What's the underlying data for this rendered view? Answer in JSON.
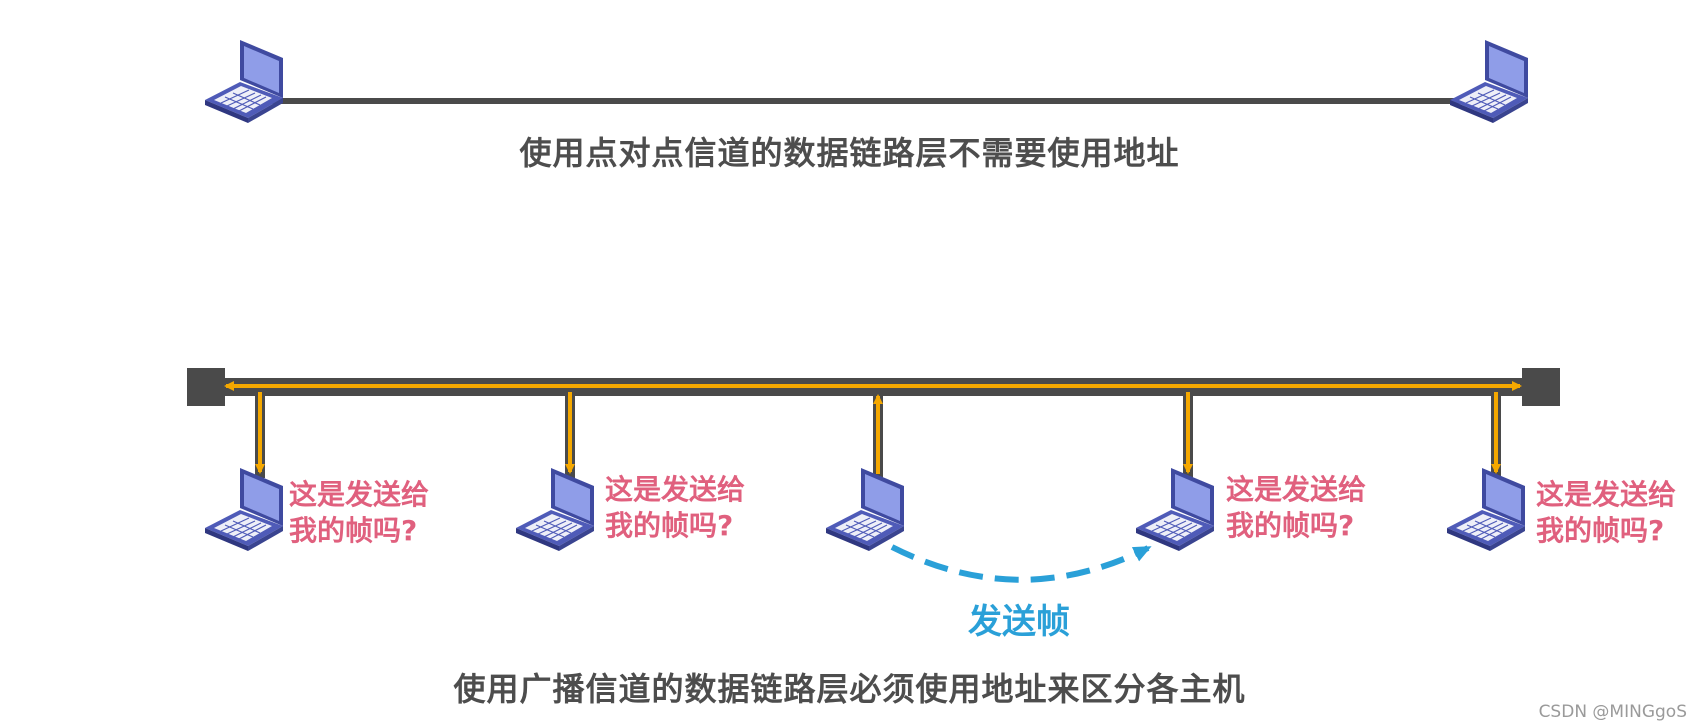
{
  "point_to_point": {
    "caption": "使用点对点信道的数据链路层不需要使用地址"
  },
  "broadcast": {
    "caption": "使用广播信道的数据链路层必须使用地址来区分各主机",
    "question_line1": "这是发送给",
    "question_line2": "我的帧吗?",
    "send_label": "发送帧"
  },
  "watermark": "CSDN @MINGgoS",
  "colors": {
    "link": "#4a4a4a",
    "broadcast_signal": "#f5a800",
    "question_text": "#e0607e",
    "send_arrow": "#2aa0d8",
    "laptop_screen": "#8f9de8",
    "laptop_body": "#3f4aa0",
    "caption_text": "#4d4d4d"
  },
  "icons": {
    "host": "laptop-icon",
    "bus_end": "terminator-icon"
  }
}
